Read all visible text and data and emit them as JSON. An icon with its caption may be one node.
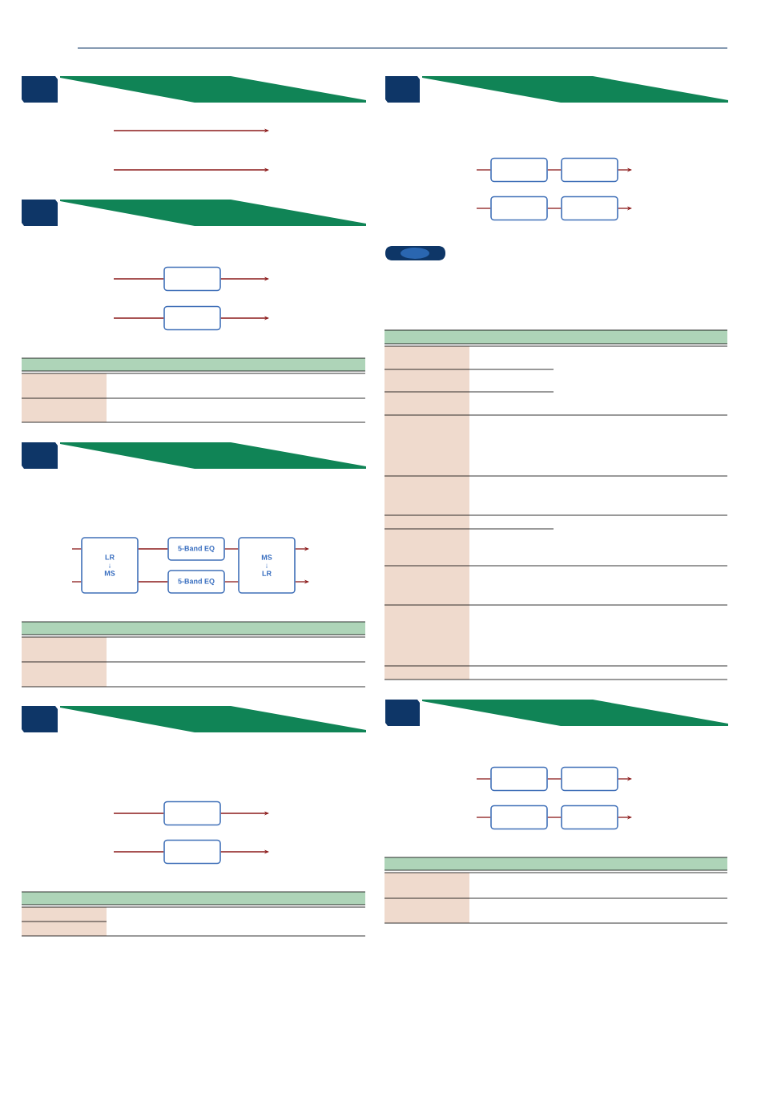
{
  "diagram": {
    "nodes": [
      {
        "text": [],
        "shape": "box"
      },
      {
        "text": [],
        "shape": "box"
      },
      {
        "text": [
          "LR ↓ MS"
        ]
      },
      {
        "text": [
          "5-Band EQ"
        ]
      },
      {
        "text": [
          "5-Band EQ"
        ]
      },
      {
        "text": [
          "MS ↓ LR"
        ]
      },
      {
        "text": [],
        "shape": "box"
      },
      {
        "text": [],
        "shape": "box"
      },
      {
        "text": [],
        "shape": "box"
      },
      {
        "text": [],
        "shape": "box"
      },
      {
        "text": [],
        "shape": "box"
      },
      {
        "text": [],
        "shape": "box"
      },
      {
        "text": [],
        "shape": "box"
      },
      {
        "text": [],
        "shape": "box"
      },
      {
        "text": [],
        "shape": "box"
      },
      {
        "text": [],
        "shape": "box"
      }
    ],
    "edges": [
      {
        "from": null,
        "to": 0,
        "arrow": "none"
      },
      {
        "from": 0,
        "to": null,
        "arrow": "to"
      },
      {
        "from": null,
        "to": 1,
        "arrow": "none"
      },
      {
        "from": 1,
        "to": null,
        "arrow": "to"
      },
      {
        "from": null,
        "to": 2,
        "arrow": "none"
      },
      {
        "from": null,
        "to": 2,
        "arrow": "none"
      },
      {
        "from": 2,
        "to": 3,
        "arrow": "none"
      },
      {
        "from": 2,
        "to": 4,
        "arrow": "none"
      },
      {
        "from": 3,
        "to": 5,
        "arrow": "none"
      },
      {
        "from": 4,
        "to": 5,
        "arrow": "none"
      },
      {
        "from": 5,
        "to": null,
        "arrow": "to"
      },
      {
        "from": 5,
        "to": null,
        "arrow": "to"
      },
      {
        "from": null,
        "to": 6,
        "arrow": "none"
      },
      {
        "from": 6,
        "to": null,
        "arrow": "to"
      },
      {
        "from": null,
        "to": 7,
        "arrow": "none"
      },
      {
        "from": 7,
        "to": null,
        "arrow": "to"
      },
      {
        "from": null,
        "to": 8,
        "arrow": "none"
      },
      {
        "from": 8,
        "to": 9,
        "arrow": "none"
      },
      {
        "from": 9,
        "to": null,
        "arrow": "to"
      },
      {
        "from": null,
        "to": 10,
        "arrow": "none"
      },
      {
        "from": 10,
        "to": 11,
        "arrow": "none"
      },
      {
        "from": 11,
        "to": null,
        "arrow": "to"
      },
      {
        "from": null,
        "to": 12,
        "arrow": "none"
      },
      {
        "from": 12,
        "to": 13,
        "arrow": "none"
      },
      {
        "from": 13,
        "to": null,
        "arrow": "to"
      },
      {
        "from": null,
        "to": 14,
        "arrow": "none"
      },
      {
        "from": 14,
        "to": 15,
        "arrow": "none"
      },
      {
        "from": 15,
        "to": null,
        "arrow": "to"
      }
    ]
  }
}
